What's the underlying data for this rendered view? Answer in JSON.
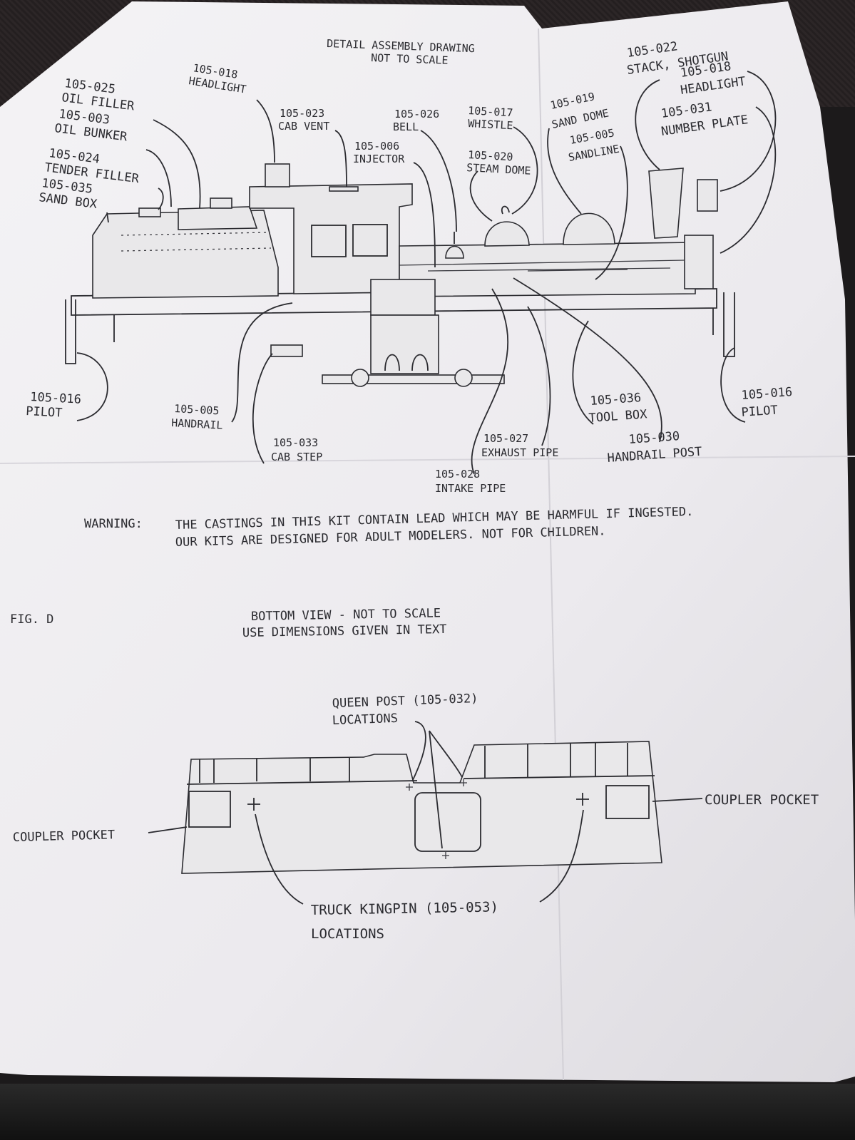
{
  "sheet": {
    "top_title_line1": "DETAIL ASSEMBLY DRAWING",
    "top_title_line2": "NOT TO SCALE",
    "warning_label": "WARNING:",
    "warning_line1": "THE CASTINGS IN THIS KIT CONTAIN LEAD WHICH MAY BE HARMFUL IF INGESTED.",
    "warning_line2": "OUR KITS ARE DESIGNED FOR ADULT MODELERS.   NOT FOR CHILDREN.",
    "fig_label": "FIG. D",
    "bottom_title_line1": "BOTTOM VIEW - NOT TO SCALE",
    "bottom_title_line2": "USE DIMENSIONS GIVEN IN TEXT"
  },
  "parts": {
    "oil_filler": {
      "code": "105-025",
      "name": "OIL FILLER"
    },
    "oil_bunker": {
      "code": "105-003",
      "name": "OIL BUNKER"
    },
    "tender_filler": {
      "code": "105-024",
      "name": "TENDER FILLER"
    },
    "sand_box": {
      "code": "105-035",
      "name": "SAND BOX"
    },
    "headlight_rear": {
      "code": "105-018",
      "name": "HEADLIGHT"
    },
    "cab_vent": {
      "code": "105-023",
      "name": "CAB VENT"
    },
    "bell": {
      "code": "105-026",
      "name": "BELL"
    },
    "injector": {
      "code": "105-006",
      "name": "INJECTOR"
    },
    "whistle": {
      "code": "105-017",
      "name": "WHISTLE"
    },
    "steam_dome": {
      "code": "105-020",
      "name": "STEAM DOME"
    },
    "sand_dome": {
      "code": "105-019",
      "name": "SAND DOME"
    },
    "sandline": {
      "code": "105-005",
      "name": "SANDLINE"
    },
    "stack": {
      "code": "105-022",
      "name": "STACK, SHOTGUN"
    },
    "headlight_front": {
      "code": "105-018",
      "name": "HEADLIGHT"
    },
    "number_plate": {
      "code": "105-031",
      "name": "NUMBER PLATE"
    },
    "pilot_left": {
      "code": "105-016",
      "name": "PILOT"
    },
    "handrail": {
      "code": "105-005",
      "name": "HANDRAIL"
    },
    "cab_step": {
      "code": "105-033",
      "name": "CAB STEP"
    },
    "intake_pipe": {
      "code": "105-028",
      "name": "INTAKE PIPE"
    },
    "exhaust_pipe": {
      "code": "105-027",
      "name": "EXHAUST PIPE"
    },
    "tool_box": {
      "code": "105-036",
      "name": "TOOL BOX"
    },
    "handrail_post": {
      "code": "105-030",
      "name": "HANDRAIL POST"
    },
    "pilot_right": {
      "code": "105-016",
      "name": "PILOT"
    }
  },
  "bottom_view": {
    "queen_post_line1": "QUEEN POST (105-032)",
    "queen_post_line2": "LOCATIONS",
    "coupler_left": "COUPLER POCKET",
    "coupler_right": "COUPLER POCKET",
    "kingpin_line1": "TRUCK KINGPIN (105-053)",
    "kingpin_line2": "LOCATIONS"
  },
  "colors": {
    "paper": "#f1f0f2",
    "ink": "#2b2b30",
    "background": "#1c1a1b"
  }
}
